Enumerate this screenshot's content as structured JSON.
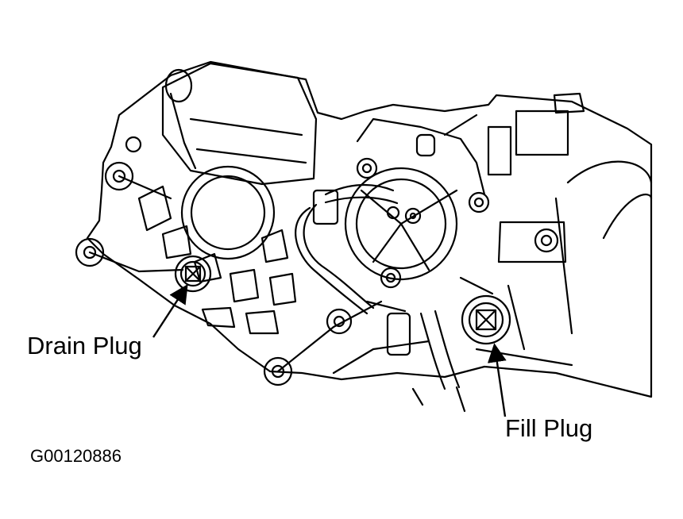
{
  "labels": {
    "drain_plug": "Drain Plug",
    "fill_plug": "Fill Plug",
    "figure_id": "G00120886"
  },
  "colors": {
    "line": "#000000",
    "background": "#ffffff"
  }
}
